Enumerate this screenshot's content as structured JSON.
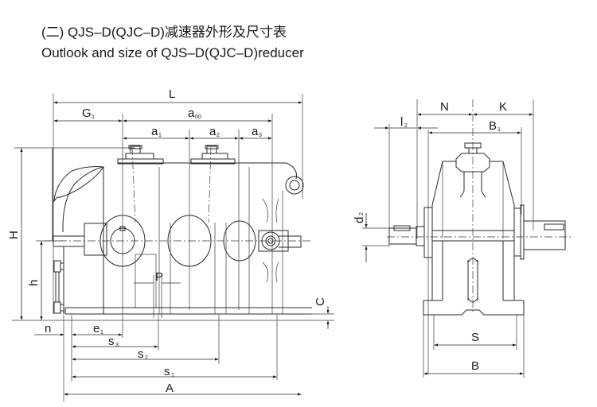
{
  "header": {
    "title_cn": "(二) QJS–D(QJC–D)减速器外形及尺寸表",
    "title_en": "Outlook and size of QJS–D(QJC–D)reducer"
  },
  "front_view": {
    "dimensions": {
      "L": {
        "main": "L",
        "sub": ""
      },
      "G1": {
        "main": "G",
        "sub": "1"
      },
      "a0": {
        "main": "a",
        "sub": "00"
      },
      "a1": {
        "main": "a",
        "sub": "1"
      },
      "a2": {
        "main": "a",
        "sub": "2"
      },
      "a3": {
        "main": "a",
        "sub": "3"
      },
      "H": {
        "main": "H",
        "sub": ""
      },
      "h": {
        "main": "h",
        "sub": ""
      },
      "P": {
        "main": "P",
        "sub": ""
      },
      "C": {
        "main": "C",
        "sub": ""
      },
      "n": {
        "main": "n",
        "sub": ""
      },
      "e1": {
        "main": "e",
        "sub": "1"
      },
      "s3": {
        "main": "s",
        "sub": "3"
      },
      "s2": {
        "main": "s",
        "sub": "2"
      },
      "s1": {
        "main": "s",
        "sub": "1"
      },
      "A": {
        "main": "A",
        "sub": ""
      }
    }
  },
  "side_view": {
    "dimensions": {
      "N": {
        "main": "N",
        "sub": ""
      },
      "K": {
        "main": "K",
        "sub": ""
      },
      "l2": {
        "main": "l",
        "sub": "2"
      },
      "B1": {
        "main": "B",
        "sub": "1"
      },
      "d2": {
        "main": "d",
        "sub": "2"
      },
      "S": {
        "main": "S",
        "sub": ""
      },
      "B": {
        "main": "B",
        "sub": ""
      }
    }
  }
}
